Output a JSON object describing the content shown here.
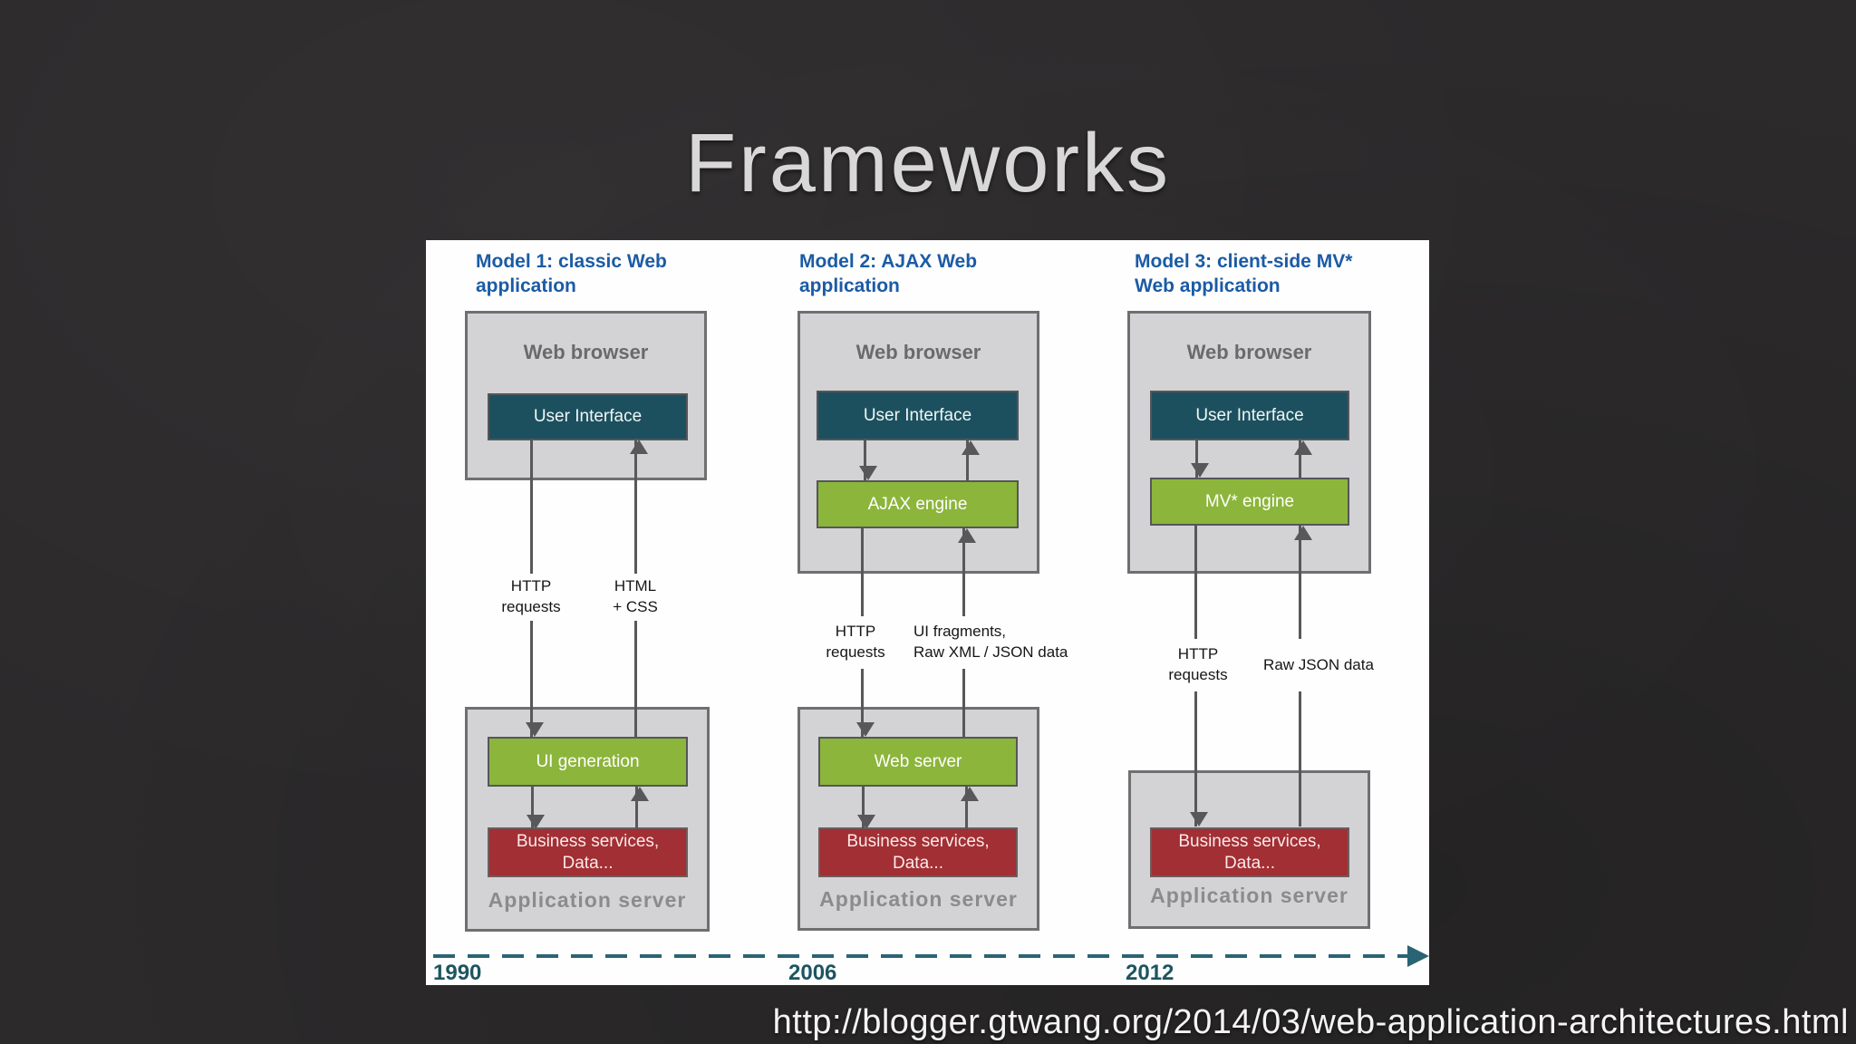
{
  "slide": {
    "title": "Frameworks",
    "source_url": "http://blogger.gtwang.org/2014/03/web-application-architectures.html"
  },
  "colors": {
    "background": "#2c2a2b",
    "panel": "#fefefe",
    "heading_blue": "#1b5ba5",
    "box_gray": "#d3d3d5",
    "teal": "#1d505e",
    "green": "#8cb53c",
    "red": "#a12f34",
    "arrow_gray": "#58585a",
    "timeline_teal": "#2a6474"
  },
  "diagram": {
    "models": [
      {
        "heading_line1": "Model 1: classic Web",
        "heading_line2": "application",
        "browser_label": "Web browser",
        "ui_label": "User Interface",
        "engine_label": "",
        "request_label_line1": "HTTP",
        "request_label_line2": "requests",
        "response_label_line1": "HTML",
        "response_label_line2": "+ CSS",
        "server_component_label": "UI generation",
        "business_label_line1": "Business services,",
        "business_label_line2": "Data...",
        "server_label": "Application server",
        "year": "1990"
      },
      {
        "heading_line1": "Model 2: AJAX Web",
        "heading_line2": "application",
        "browser_label": "Web browser",
        "ui_label": "User Interface",
        "engine_label": "AJAX engine",
        "request_label_line1": "HTTP",
        "request_label_line2": "requests",
        "response_label_line1": "UI fragments,",
        "response_label_line2": "Raw XML / JSON data",
        "server_component_label": "Web server",
        "business_label_line1": "Business services,",
        "business_label_line2": "Data...",
        "server_label": "Application server",
        "year": "2006"
      },
      {
        "heading_line1": "Model 3: client-side MV*",
        "heading_line2": "Web application",
        "browser_label": "Web browser",
        "ui_label": "User Interface",
        "engine_label": "MV* engine",
        "request_label_line1": "HTTP",
        "request_label_line2": "requests",
        "response_label_line1": "Raw JSON data",
        "response_label_line2": "",
        "server_component_label": "",
        "business_label_line1": "Business services,",
        "business_label_line2": "Data...",
        "server_label": "Application server",
        "year": "2012"
      }
    ]
  }
}
